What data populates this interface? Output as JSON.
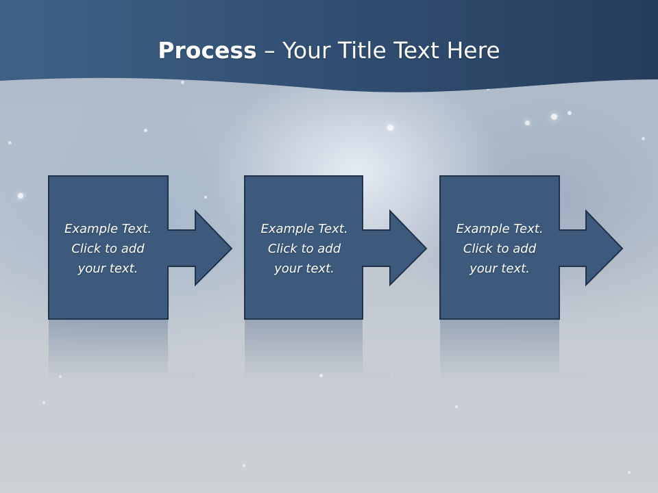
{
  "title": {
    "strong": "Process",
    "rest": " – Your Title Text Here"
  },
  "colors": {
    "header_dark": "#2b4465",
    "header_light": "#3f6186",
    "box_fill": "#3d5a7c",
    "box_border": "#1f324a",
    "text": "#ffffff"
  },
  "steps": [
    {
      "line1": "Example Text.",
      "line2": "Click  to add",
      "line3": "your text."
    },
    {
      "line1": "Example Text.",
      "line2": "Click  to add",
      "line3": "your text."
    },
    {
      "line1": "Example Text.",
      "line2": "Click  to add",
      "line3": "your text."
    }
  ]
}
